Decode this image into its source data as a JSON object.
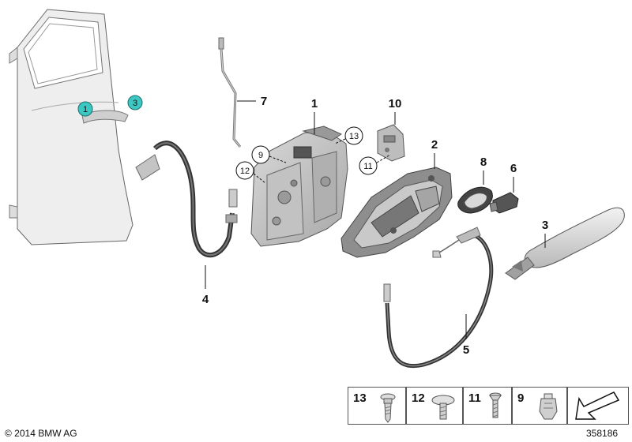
{
  "diagram": {
    "copyright": "© 2014 BMW AG",
    "diagram_number": "358186",
    "callouts": [
      {
        "id": "c1",
        "label": "1"
      },
      {
        "id": "c2",
        "label": "2"
      },
      {
        "id": "c3",
        "label": "3"
      },
      {
        "id": "c4",
        "label": "4"
      },
      {
        "id": "c5",
        "label": "5"
      },
      {
        "id": "c6",
        "label": "6"
      },
      {
        "id": "c7",
        "label": "7"
      },
      {
        "id": "c8",
        "label": "8"
      },
      {
        "id": "c10",
        "label": "10"
      }
    ],
    "circled_callouts": [
      {
        "id": "k9",
        "label": "9"
      },
      {
        "id": "k11",
        "label": "11"
      },
      {
        "id": "k12",
        "label": "12"
      },
      {
        "id": "k13",
        "label": "13"
      }
    ],
    "door_hotspots": [
      {
        "id": "h1",
        "label": "1"
      },
      {
        "id": "h3",
        "label": "3"
      }
    ],
    "legend": [
      {
        "id": "l13",
        "label": "13",
        "part": "screw"
      },
      {
        "id": "l12",
        "label": "12",
        "part": "flat-head-screw"
      },
      {
        "id": "l11",
        "label": "11",
        "part": "countersunk-screw"
      },
      {
        "id": "l9",
        "label": "9",
        "part": "clip"
      }
    ],
    "colors": {
      "part_fill": "#e6e6e6",
      "part_dark": "#8a8a8a",
      "hotspot": "#3cc7c2",
      "line": "#111111"
    }
  }
}
